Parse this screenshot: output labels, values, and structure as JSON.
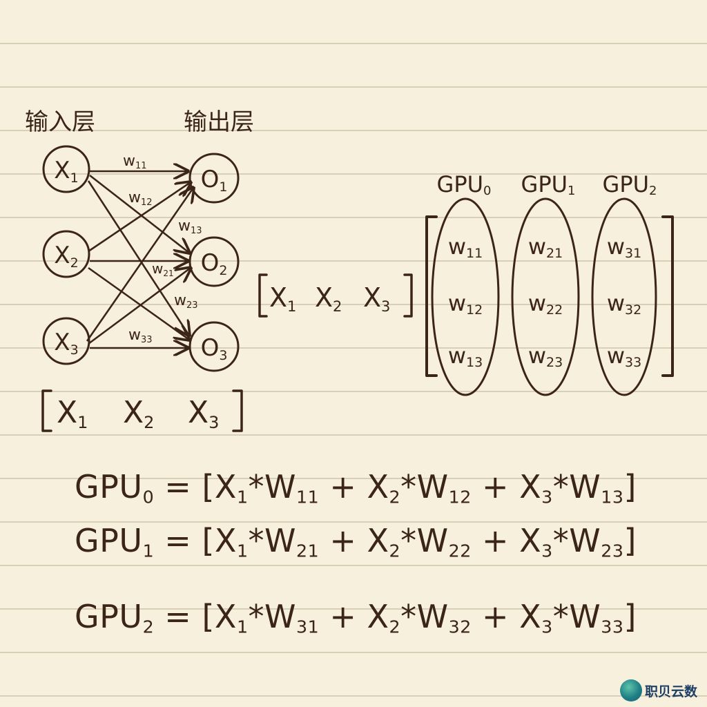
{
  "labels": {
    "input_layer": "输入层",
    "output_layer": "输出层"
  },
  "nodes": {
    "inputs": [
      {
        "id": "x1",
        "base": "X",
        "sub": "1"
      },
      {
        "id": "x2",
        "base": "X",
        "sub": "2"
      },
      {
        "id": "x3",
        "base": "X",
        "sub": "3"
      }
    ],
    "outputs": [
      {
        "id": "o1",
        "base": "O",
        "sub": "1"
      },
      {
        "id": "o2",
        "base": "O",
        "sub": "2"
      },
      {
        "id": "o3",
        "base": "O",
        "sub": "3"
      }
    ]
  },
  "edge_labels": [
    {
      "base": "w",
      "sub": "11"
    },
    {
      "base": "w",
      "sub": "12"
    },
    {
      "base": "w",
      "sub": "13"
    },
    {
      "base": "w",
      "sub": "21"
    },
    {
      "base": "w",
      "sub": "23"
    },
    {
      "base": "w",
      "sub": "33"
    }
  ],
  "input_vector": [
    {
      "base": "X",
      "sub": "1"
    },
    {
      "base": "X",
      "sub": "2"
    },
    {
      "base": "X",
      "sub": "3"
    }
  ],
  "gpus": [
    {
      "base": "GPU",
      "sub": "0",
      "weights": [
        {
          "base": "w",
          "sub": "11"
        },
        {
          "base": "w",
          "sub": "12"
        },
        {
          "base": "w",
          "sub": "13"
        }
      ]
    },
    {
      "base": "GPU",
      "sub": "1",
      "weights": [
        {
          "base": "w",
          "sub": "21"
        },
        {
          "base": "w",
          "sub": "22"
        },
        {
          "base": "w",
          "sub": "23"
        }
      ]
    },
    {
      "base": "GPU",
      "sub": "2",
      "weights": [
        {
          "base": "w",
          "sub": "31"
        },
        {
          "base": "w",
          "sub": "32"
        },
        {
          "base": "w",
          "sub": "33"
        }
      ]
    }
  ],
  "equations": [
    {
      "lhs": "GPU",
      "lhs_sub": "0",
      "terms": [
        {
          "x": "X",
          "xs": "1",
          "w": "W",
          "ws": "11"
        },
        {
          "x": "X",
          "xs": "2",
          "w": "W",
          "ws": "12"
        },
        {
          "x": "X",
          "xs": "3",
          "w": "W",
          "ws": "13"
        }
      ]
    },
    {
      "lhs": "GPU",
      "lhs_sub": "1",
      "terms": [
        {
          "x": "X",
          "xs": "1",
          "w": "W",
          "ws": "21"
        },
        {
          "x": "X",
          "xs": "2",
          "w": "W",
          "ws": "22"
        },
        {
          "x": "X",
          "xs": "3",
          "w": "W",
          "ws": "23"
        }
      ]
    },
    {
      "lhs": "GPU",
      "lhs_sub": "2",
      "terms": [
        {
          "x": "X",
          "xs": "1",
          "w": "W",
          "ws": "31"
        },
        {
          "x": "X",
          "xs": "2",
          "w": "W",
          "ws": "32"
        },
        {
          "x": "X",
          "xs": "3",
          "w": "W",
          "ws": "33"
        }
      ]
    }
  ],
  "operators": {
    "equals": "=",
    "times": "*",
    "plus": "+",
    "open_bracket": "[",
    "close_bracket": "]"
  },
  "watermark": {
    "text": "职贝云数"
  },
  "colors": {
    "ink": "#3b2418",
    "paper": "#f7f0dc",
    "rule": "#d9cfb6",
    "watermark": "#1d3f66"
  }
}
